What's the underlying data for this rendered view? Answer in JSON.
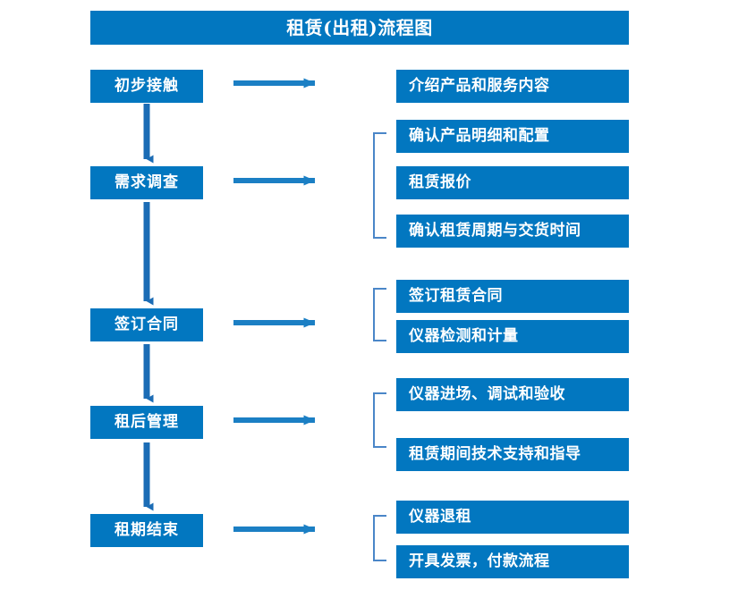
{
  "document": {
    "title": "租赁(出租)流程图",
    "type": "flowchart",
    "orientation": "vertical-with-branches"
  },
  "colors": {
    "box_fill": "#0277c0",
    "box_text": "#ffffff",
    "arrow_down": "#1b6cb5",
    "arrow_right": "#1b7fc4",
    "bracket": "#4a86c8",
    "background": "#ffffff"
  },
  "stages": [
    {
      "id": "stage-1",
      "label": "初步接触",
      "details": [
        {
          "id": "detail-1-1",
          "label": "介绍产品和服务内容"
        }
      ],
      "bracketed": false
    },
    {
      "id": "stage-2",
      "label": "需求调查",
      "details": [
        {
          "id": "detail-2-1",
          "label": "确认产品明细和配置"
        },
        {
          "id": "detail-2-2",
          "label": "租赁报价"
        },
        {
          "id": "detail-2-3",
          "label": "确认租赁周期与交货时间"
        }
      ],
      "bracketed": true
    },
    {
      "id": "stage-3",
      "label": "签订合同",
      "details": [
        {
          "id": "detail-3-1",
          "label": "签订租赁合同"
        },
        {
          "id": "detail-3-2",
          "label": "仪器检测和计量"
        }
      ],
      "bracketed": true
    },
    {
      "id": "stage-4",
      "label": "租后管理",
      "details": [
        {
          "id": "detail-4-1",
          "label": "仪器进场、调试和验收"
        },
        {
          "id": "detail-4-2",
          "label": "租赁期间技术支持和指导"
        }
      ],
      "bracketed": true
    },
    {
      "id": "stage-5",
      "label": "租期结束",
      "details": [
        {
          "id": "detail-5-1",
          "label": "仪器退租"
        },
        {
          "id": "detail-5-2",
          "label": "开具发票，付款流程"
        }
      ],
      "bracketed": true
    }
  ]
}
